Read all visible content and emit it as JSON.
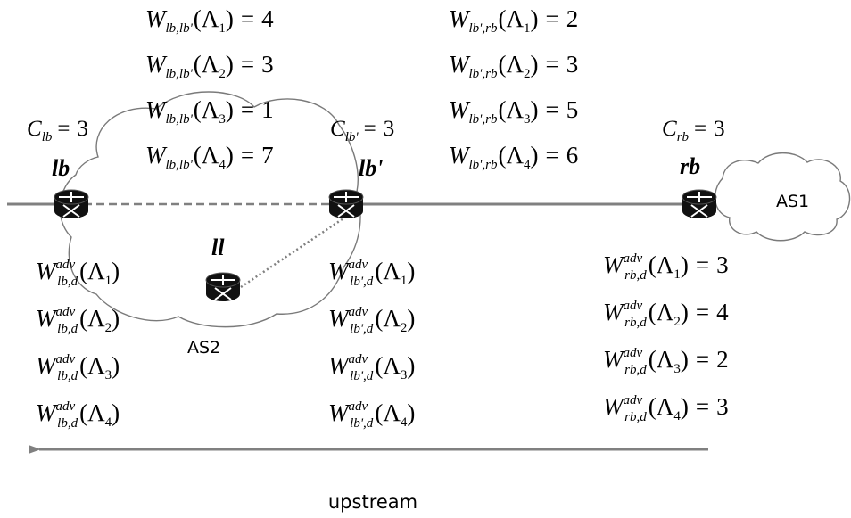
{
  "colors": {
    "line": "#808080",
    "cloud_stroke": "#7a7a7a",
    "router_fill": "#111111",
    "router_mark": "#ffffff",
    "text": "#000000"
  },
  "router_icon": "router-icon",
  "routers": {
    "lb": {
      "label": "lb",
      "capacity": {
        "sym": "C",
        "sub": "lb",
        "op": "=",
        "value": "3"
      }
    },
    "lb_prime": {
      "label": "lb'",
      "capacity": {
        "sym": "C",
        "sub": "lb'",
        "op": "=",
        "value": "3"
      }
    },
    "rb": {
      "label": "rb",
      "capacity": {
        "sym": "C",
        "sub": "rb",
        "op": "=",
        "value": "3"
      }
    },
    "ll": {
      "label": "ll"
    }
  },
  "clouds": {
    "as1": "AS1",
    "as2": "AS2"
  },
  "direction_label": "upstream",
  "glyphs": {
    "W": "W",
    "lparen": "(",
    "lambda": "Λ",
    "rparen": ")",
    "eq": "=",
    "sup_adv": "adv"
  },
  "weights_lb_lbprime": {
    "sub": "lb,lb'",
    "rows": [
      {
        "idx": "1",
        "value": "4"
      },
      {
        "idx": "2",
        "value": "3"
      },
      {
        "idx": "3",
        "value": "1"
      },
      {
        "idx": "4",
        "value": "7"
      }
    ]
  },
  "weights_lbprime_rb": {
    "sub": "lb',rb",
    "rows": [
      {
        "idx": "1",
        "value": "2"
      },
      {
        "idx": "2",
        "value": "3"
      },
      {
        "idx": "3",
        "value": "5"
      },
      {
        "idx": "4",
        "value": "6"
      }
    ]
  },
  "adv_lb": {
    "sub": "lb,d",
    "rows": [
      {
        "idx": "1"
      },
      {
        "idx": "2"
      },
      {
        "idx": "3"
      },
      {
        "idx": "4"
      }
    ]
  },
  "adv_lbprime": {
    "sub": "lb',d",
    "rows": [
      {
        "idx": "1"
      },
      {
        "idx": "2"
      },
      {
        "idx": "3"
      },
      {
        "idx": "4"
      }
    ]
  },
  "adv_rb": {
    "sub": "rb,d",
    "rows": [
      {
        "idx": "1",
        "value": "3"
      },
      {
        "idx": "2",
        "value": "4"
      },
      {
        "idx": "3",
        "value": "2"
      },
      {
        "idx": "4",
        "value": "3"
      }
    ]
  }
}
